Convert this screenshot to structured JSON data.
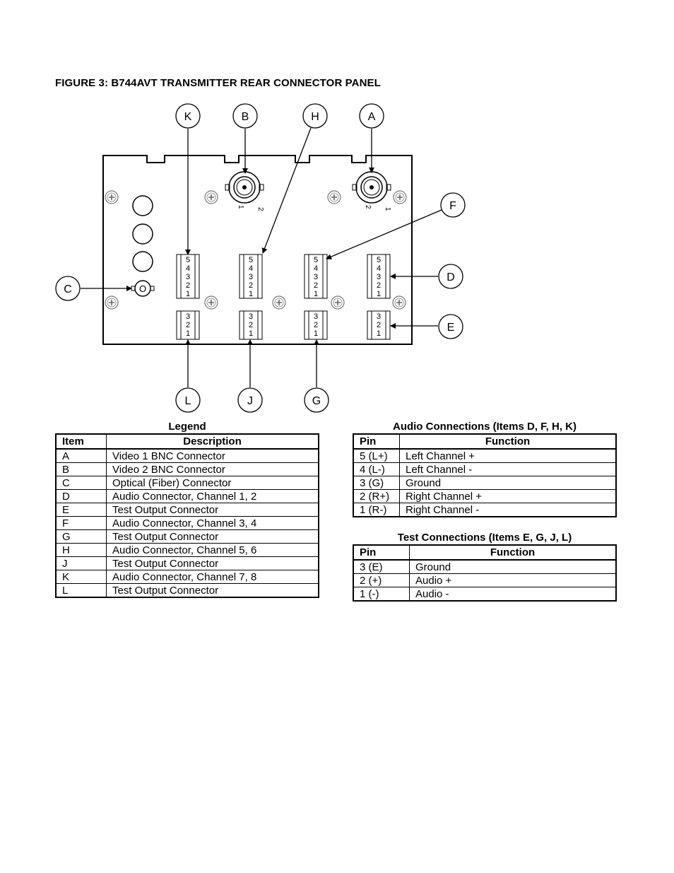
{
  "figure_title": "FIGURE 3:  B744AVT TRANSMITTER REAR CONNECTOR PANEL",
  "callouts": [
    "K",
    "B",
    "H",
    "A",
    "F",
    "C",
    "D",
    "E",
    "L",
    "J",
    "G"
  ],
  "panel": {
    "bnc_left_pin_labels": [
      "1",
      "2"
    ],
    "bnc_right_pin_labels": [
      "2",
      "1"
    ],
    "audio_block_pins": [
      "5",
      "4",
      "3",
      "2",
      "1"
    ],
    "test_block_pins": [
      "3",
      "2",
      "1"
    ]
  },
  "legend": {
    "caption": "Legend",
    "headers": [
      "Item",
      "Description"
    ],
    "rows": [
      [
        "A",
        "Video 1 BNC Connector"
      ],
      [
        "B",
        "Video 2 BNC Connector"
      ],
      [
        "C",
        "Optical (Fiber) Connector"
      ],
      [
        "D",
        "Audio Connector, Channel 1, 2"
      ],
      [
        "E",
        "Test Output Connector"
      ],
      [
        "F",
        "Audio Connector, Channel 3, 4"
      ],
      [
        "G",
        "Test Output Connector"
      ],
      [
        "H",
        "Audio Connector, Channel 5, 6"
      ],
      [
        "J",
        "Test Output Connector"
      ],
      [
        "K",
        "Audio Connector, Channel 7, 8"
      ],
      [
        "L",
        "Test Output Connector"
      ]
    ]
  },
  "audio_connections": {
    "caption": "Audio Connections (Items D, F, H, K)",
    "headers": [
      "Pin",
      "Function"
    ],
    "rows": [
      [
        "5 (L+)",
        "Left Channel +"
      ],
      [
        "4 (L-)",
        "Left Channel -"
      ],
      [
        "3 (G)",
        "Ground"
      ],
      [
        "2 (R+)",
        "Right Channel +"
      ],
      [
        "1 (R-)",
        "Right Channel -"
      ]
    ]
  },
  "test_connections": {
    "caption": "Test Connections (Items E, G, J, L)",
    "headers": [
      "Pin",
      "Function"
    ],
    "rows": [
      [
        "3 (E)",
        "Ground"
      ],
      [
        "2 (+)",
        "Audio +"
      ],
      [
        "1 (-)",
        "Audio -"
      ]
    ]
  }
}
